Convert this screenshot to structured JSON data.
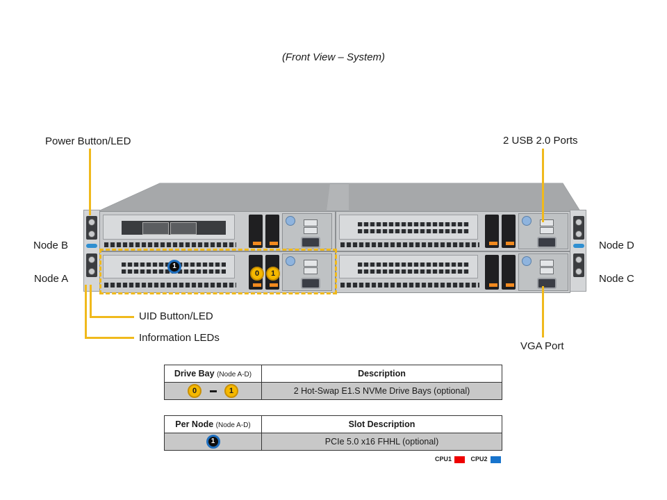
{
  "title": "(Front View – System)",
  "callouts": {
    "power_button": "Power Button/LED",
    "usb_ports": "2 USB 2.0 Ports",
    "node_b": "Node B",
    "node_a": "Node A",
    "node_d": "Node D",
    "node_c": "Node C",
    "uid_button": "UID Button/LED",
    "info_leds": "Information LEDs",
    "vga_port": "VGA Port"
  },
  "badges": {
    "drive_0": "0",
    "drive_1": "1",
    "slot_1": "1"
  },
  "colors": {
    "callout_line": "#f0b91c",
    "drive_badge": "#f5b800",
    "slot_badge_ring": "#1f6fbf",
    "cpu1": "#ee0000",
    "cpu2": "#1874cd"
  },
  "drive_table": {
    "header": {
      "col1": "Drive Bay",
      "col1_sub": "(Node A-D)",
      "col2": "Description"
    },
    "rows": [
      {
        "bay_from": "0",
        "bay_to": "1",
        "description": "2 Hot-Swap E1.S NVMe Drive Bays (optional)"
      }
    ]
  },
  "slot_table": {
    "header": {
      "col1": "Per Node",
      "col1_sub": "(Node A-D)",
      "col2": "Slot Description"
    },
    "rows": [
      {
        "slot": "1",
        "description": "PCIe 5.0 x16 FHHL (optional)"
      }
    ]
  },
  "legend": [
    {
      "label": "CPU1",
      "color": "#ee0000"
    },
    {
      "label": "CPU2",
      "color": "#1874cd"
    }
  ]
}
